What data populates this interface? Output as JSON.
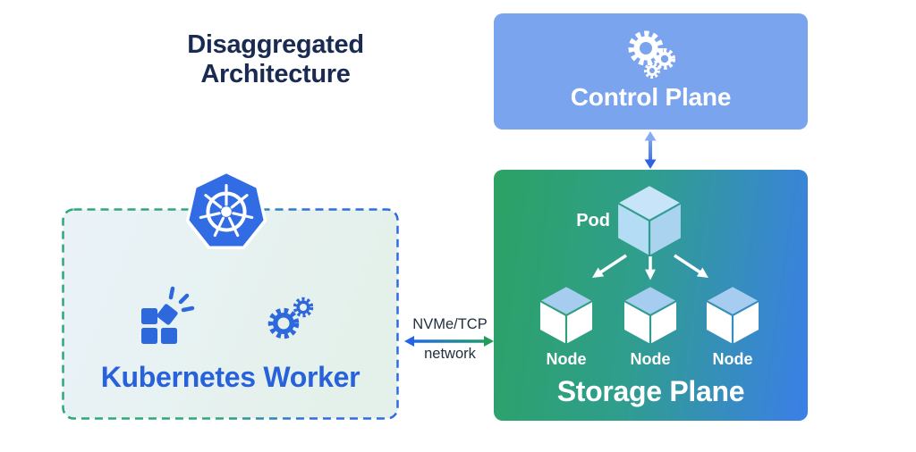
{
  "title": "Disaggregated Architecture",
  "control_plane": {
    "label": "Control Plane",
    "icon": "gears-icon"
  },
  "storage_plane": {
    "label": "Storage Plane",
    "pod": {
      "label": "Pod",
      "icon": "cube-icon"
    },
    "nodes": [
      {
        "label": "Node",
        "icon": "cube-icon"
      },
      {
        "label": "Node",
        "icon": "cube-icon"
      },
      {
        "label": "Node",
        "icon": "cube-icon"
      }
    ]
  },
  "kubernetes_worker": {
    "label": "Kubernetes Worker",
    "logo": "kubernetes-logo",
    "icons": [
      "modules-icon",
      "gears-icon"
    ]
  },
  "network_link": {
    "label_line1": "NVMe/TCP",
    "label_line2": "network"
  },
  "colors": {
    "title_text": "#1A2B52",
    "control_plane_bg": "#7BA4EE",
    "storage_gradient_from": "#2CA264",
    "storage_gradient_to": "#3B7FE8",
    "worker_border_from": "#2EA878",
    "worker_border_to": "#2F6BE3",
    "worker_bg_from": "#EAF2F9",
    "worker_bg_to": "#E4F1EA",
    "worker_text": "#2761DB",
    "kubernetes_blue": "#326CE5",
    "icon_blue": "#2D68DD",
    "pod_cube_top": "#C8E4F8",
    "pod_cube_left": "#B5DCF5",
    "pod_cube_right": "#AAD3F0",
    "node_cube_top": "#A6CDEF",
    "node_cube_side": "#FFFFFF",
    "arrow_vertical_from": "#8FB3F3",
    "arrow_vertical_to": "#2C63E8",
    "arrow_horizontal_from": "#2563EB",
    "arrow_horizontal_to": "#21A05F",
    "network_text": "#22303F"
  }
}
